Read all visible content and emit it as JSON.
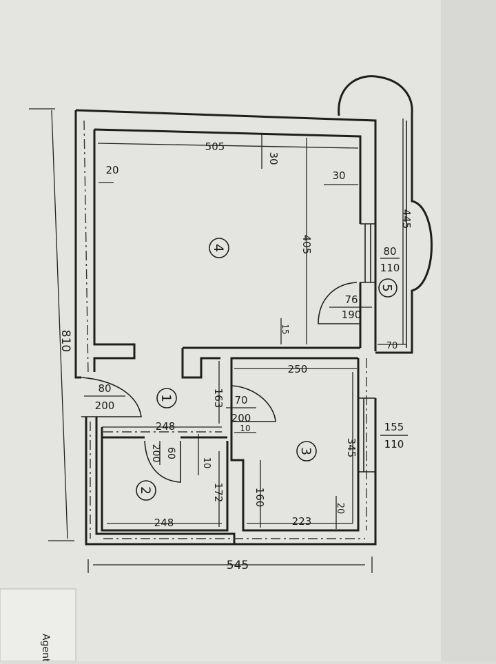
{
  "colors": {
    "paper": "#e6e6e2",
    "ink": "#1e1e1e",
    "background": "#dcdcd8"
  },
  "rooms": [
    {
      "number": "1"
    },
    {
      "number": "2"
    },
    {
      "number": "3"
    },
    {
      "number": "4"
    },
    {
      "number": "5"
    }
  ],
  "dimensions": {
    "total_height": "810",
    "total_width": "545",
    "room4_width": "505",
    "room4_height": "405",
    "room4_wall_top": "30",
    "room4_wall_right": "30",
    "room4_wall_left": "20",
    "partition": "15",
    "balcony_length": "445",
    "balcony_depth": "70",
    "hall_width": "248",
    "hall_height": "163",
    "room3_width": "250",
    "room3_height": "345",
    "room3_bottom_width": "223",
    "room3_inner": "160",
    "room3_wall": "20",
    "room2_width": "248",
    "room2_height": "172",
    "wall_10_a": "10",
    "wall_10_b": "10"
  },
  "openings": {
    "entrance_door": {
      "width": "80",
      "height": "200"
    },
    "balcony_door": {
      "width": "76",
      "height": "190"
    },
    "balcony_window": {
      "width": "80",
      "height": "110"
    },
    "room3_door": {
      "width": "70",
      "height": "200"
    },
    "bath_door": {
      "width": "60",
      "height": "200"
    },
    "room3_window": {
      "width": "155",
      "height": "110"
    }
  },
  "stamp": {
    "text": "Agenti"
  }
}
